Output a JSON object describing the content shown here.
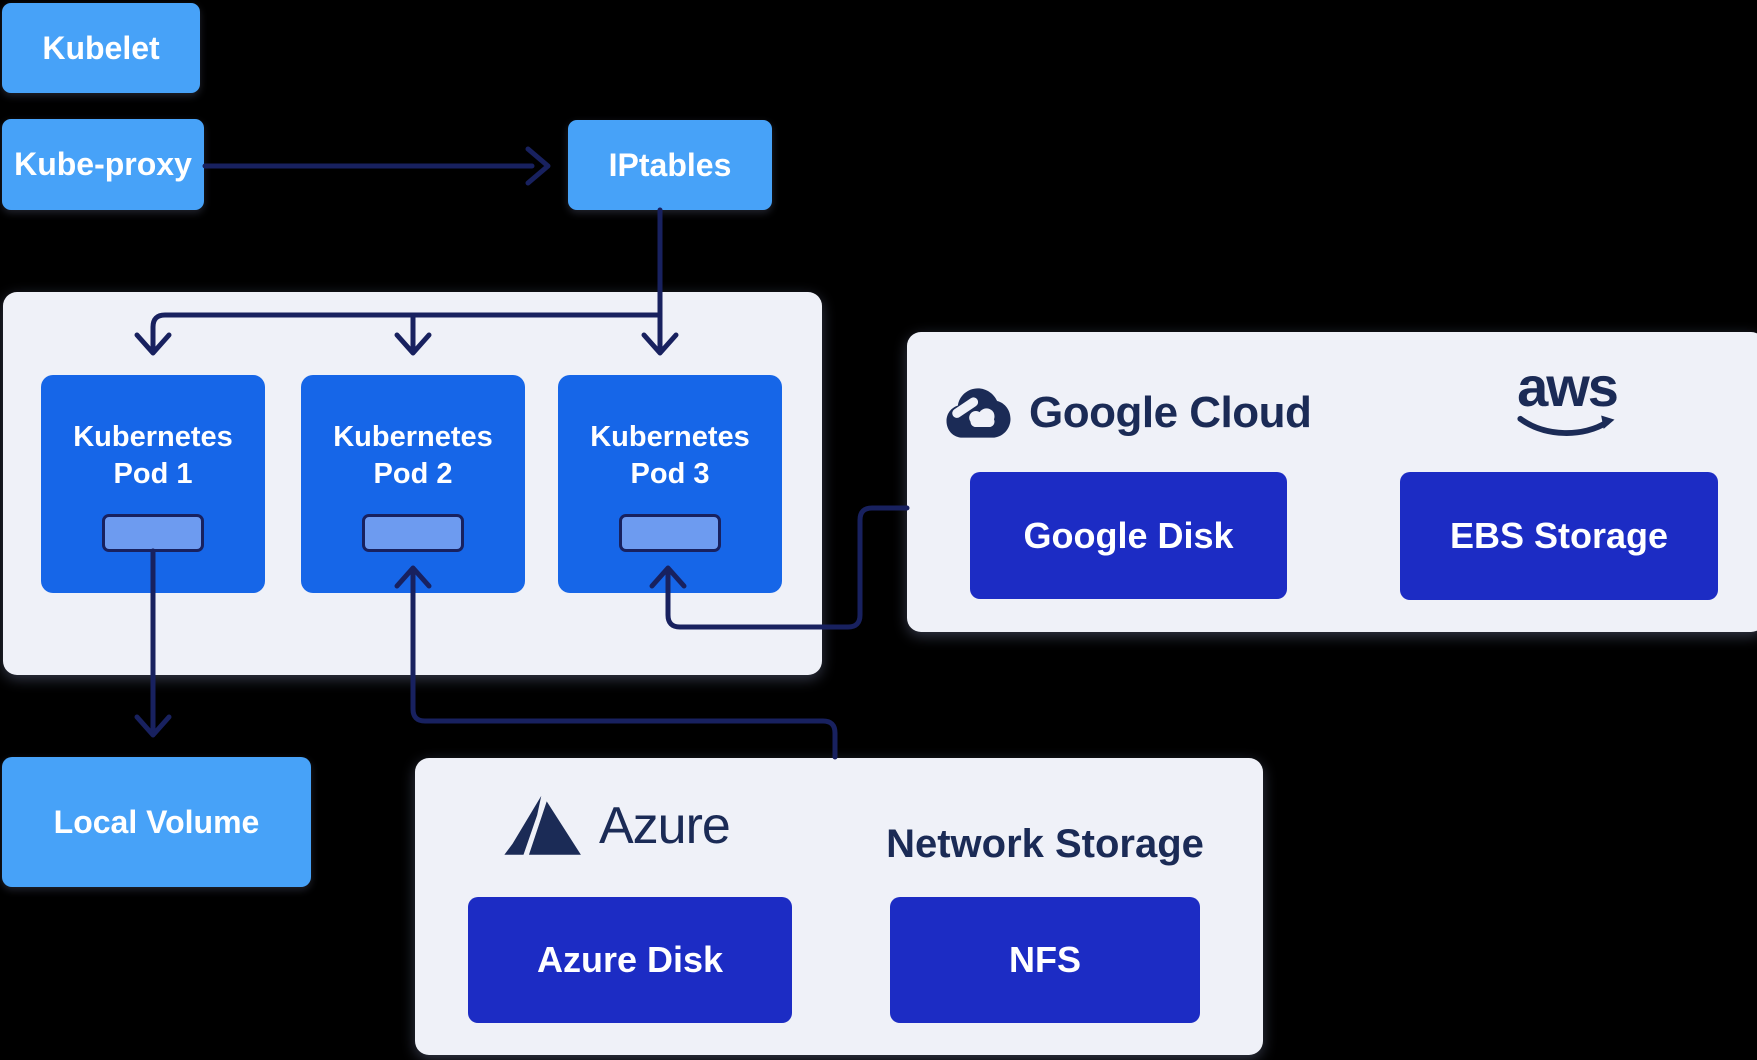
{
  "nodes": {
    "kubelet": {
      "label": "Kubelet"
    },
    "kube_proxy": {
      "label": "Kube-proxy"
    },
    "iptables": {
      "label": "IPtables"
    },
    "local_volume": {
      "label": "Local Volume"
    }
  },
  "pods": [
    {
      "line1": "Kubernetes",
      "line2": "Pod 1"
    },
    {
      "line1": "Kubernetes",
      "line2": "Pod 2"
    },
    {
      "line1": "Kubernetes",
      "line2": "Pod 3"
    }
  ],
  "cloud_panel": {
    "google_logo_text": "Google Cloud",
    "aws_logo_text": "aws",
    "google_disk_label": "Google Disk",
    "ebs_label": "EBS Storage"
  },
  "azure_panel": {
    "azure_logo_text": "Azure",
    "title": "Network Storage",
    "azure_disk_label": "Azure Disk",
    "nfs_label": "NFS"
  },
  "icons": {
    "google_cloud": "google-cloud-icon",
    "aws_smile": "aws-smile-arrow-icon",
    "azure_triangle": "azure-triangle-icon"
  },
  "colors": {
    "light_blue": "#47a2f8",
    "pod_blue": "#1666e8",
    "inner_chip": "#6d9bf0",
    "button_indigo": "#1c2cc4",
    "panel_bg": "#eff1f8",
    "navy": "#18215f",
    "logo_navy": "#1b2b56"
  }
}
